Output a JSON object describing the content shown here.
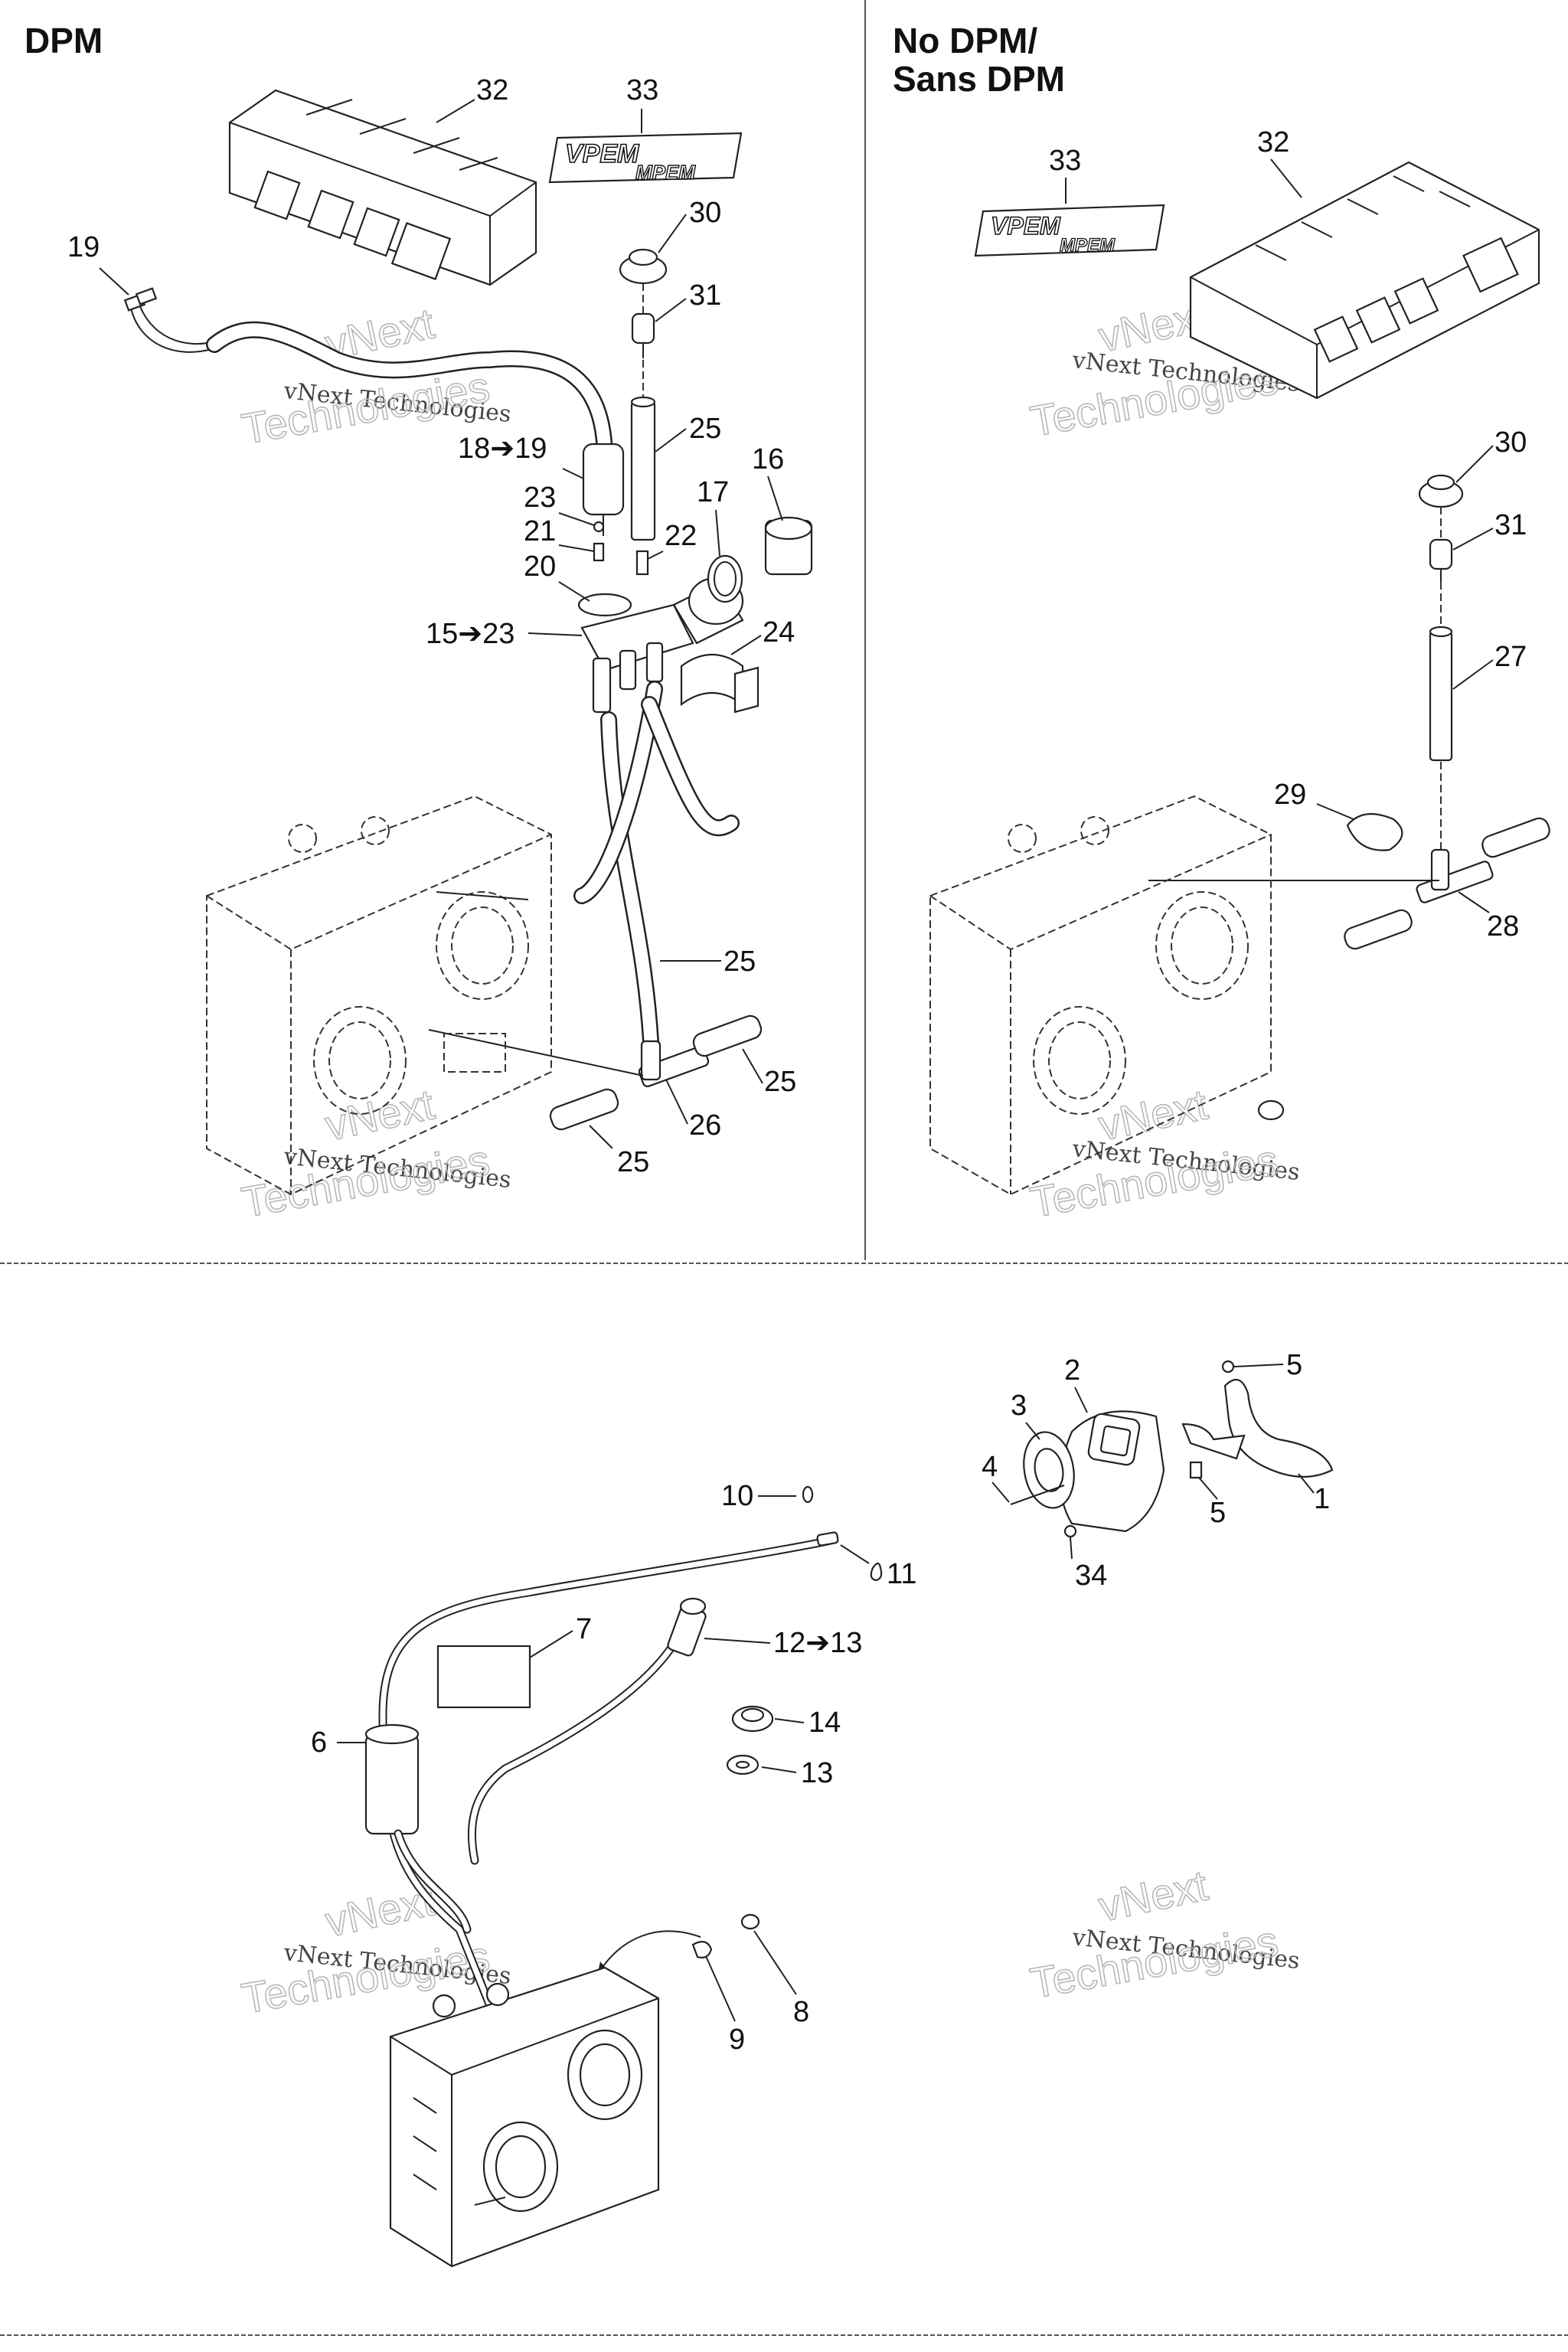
{
  "headers": {
    "left": "DPM",
    "right_line1": "No DPM/",
    "right_line2": "Sans DPM"
  },
  "logo_text": {
    "top": "VPEM",
    "bottom": "MPEM"
  },
  "watermark": {
    "line1": "vNext Technologies",
    "line2": "Technologies",
    "line3": "vNext"
  },
  "callouts": {
    "dpm": {
      "c32": "32",
      "c33": "33",
      "c30": "30",
      "c31": "31",
      "c19": "19",
      "c25a": "25",
      "c18": "18➔19",
      "c16": "16",
      "c17": "17",
      "c23": "23",
      "c21": "21",
      "c22": "22",
      "c20": "20",
      "c15": "15➔23",
      "c24": "24",
      "c25b": "25",
      "c25c": "25",
      "c26": "26",
      "c25d": "25"
    },
    "nodpm": {
      "c33": "33",
      "c32": "32",
      "c30": "30",
      "c31": "31",
      "c27": "27",
      "c29": "29",
      "c28": "28"
    },
    "bottom": {
      "c2": "2",
      "c5a": "5",
      "c3": "3",
      "c4": "4",
      "c5b": "5",
      "c1": "1",
      "c34": "34",
      "c10": "10",
      "c11": "11",
      "c7": "7",
      "c12": "12➔13",
      "c6": "6",
      "c14": "14",
      "c13": "13",
      "c8": "8",
      "c9": "9"
    }
  }
}
